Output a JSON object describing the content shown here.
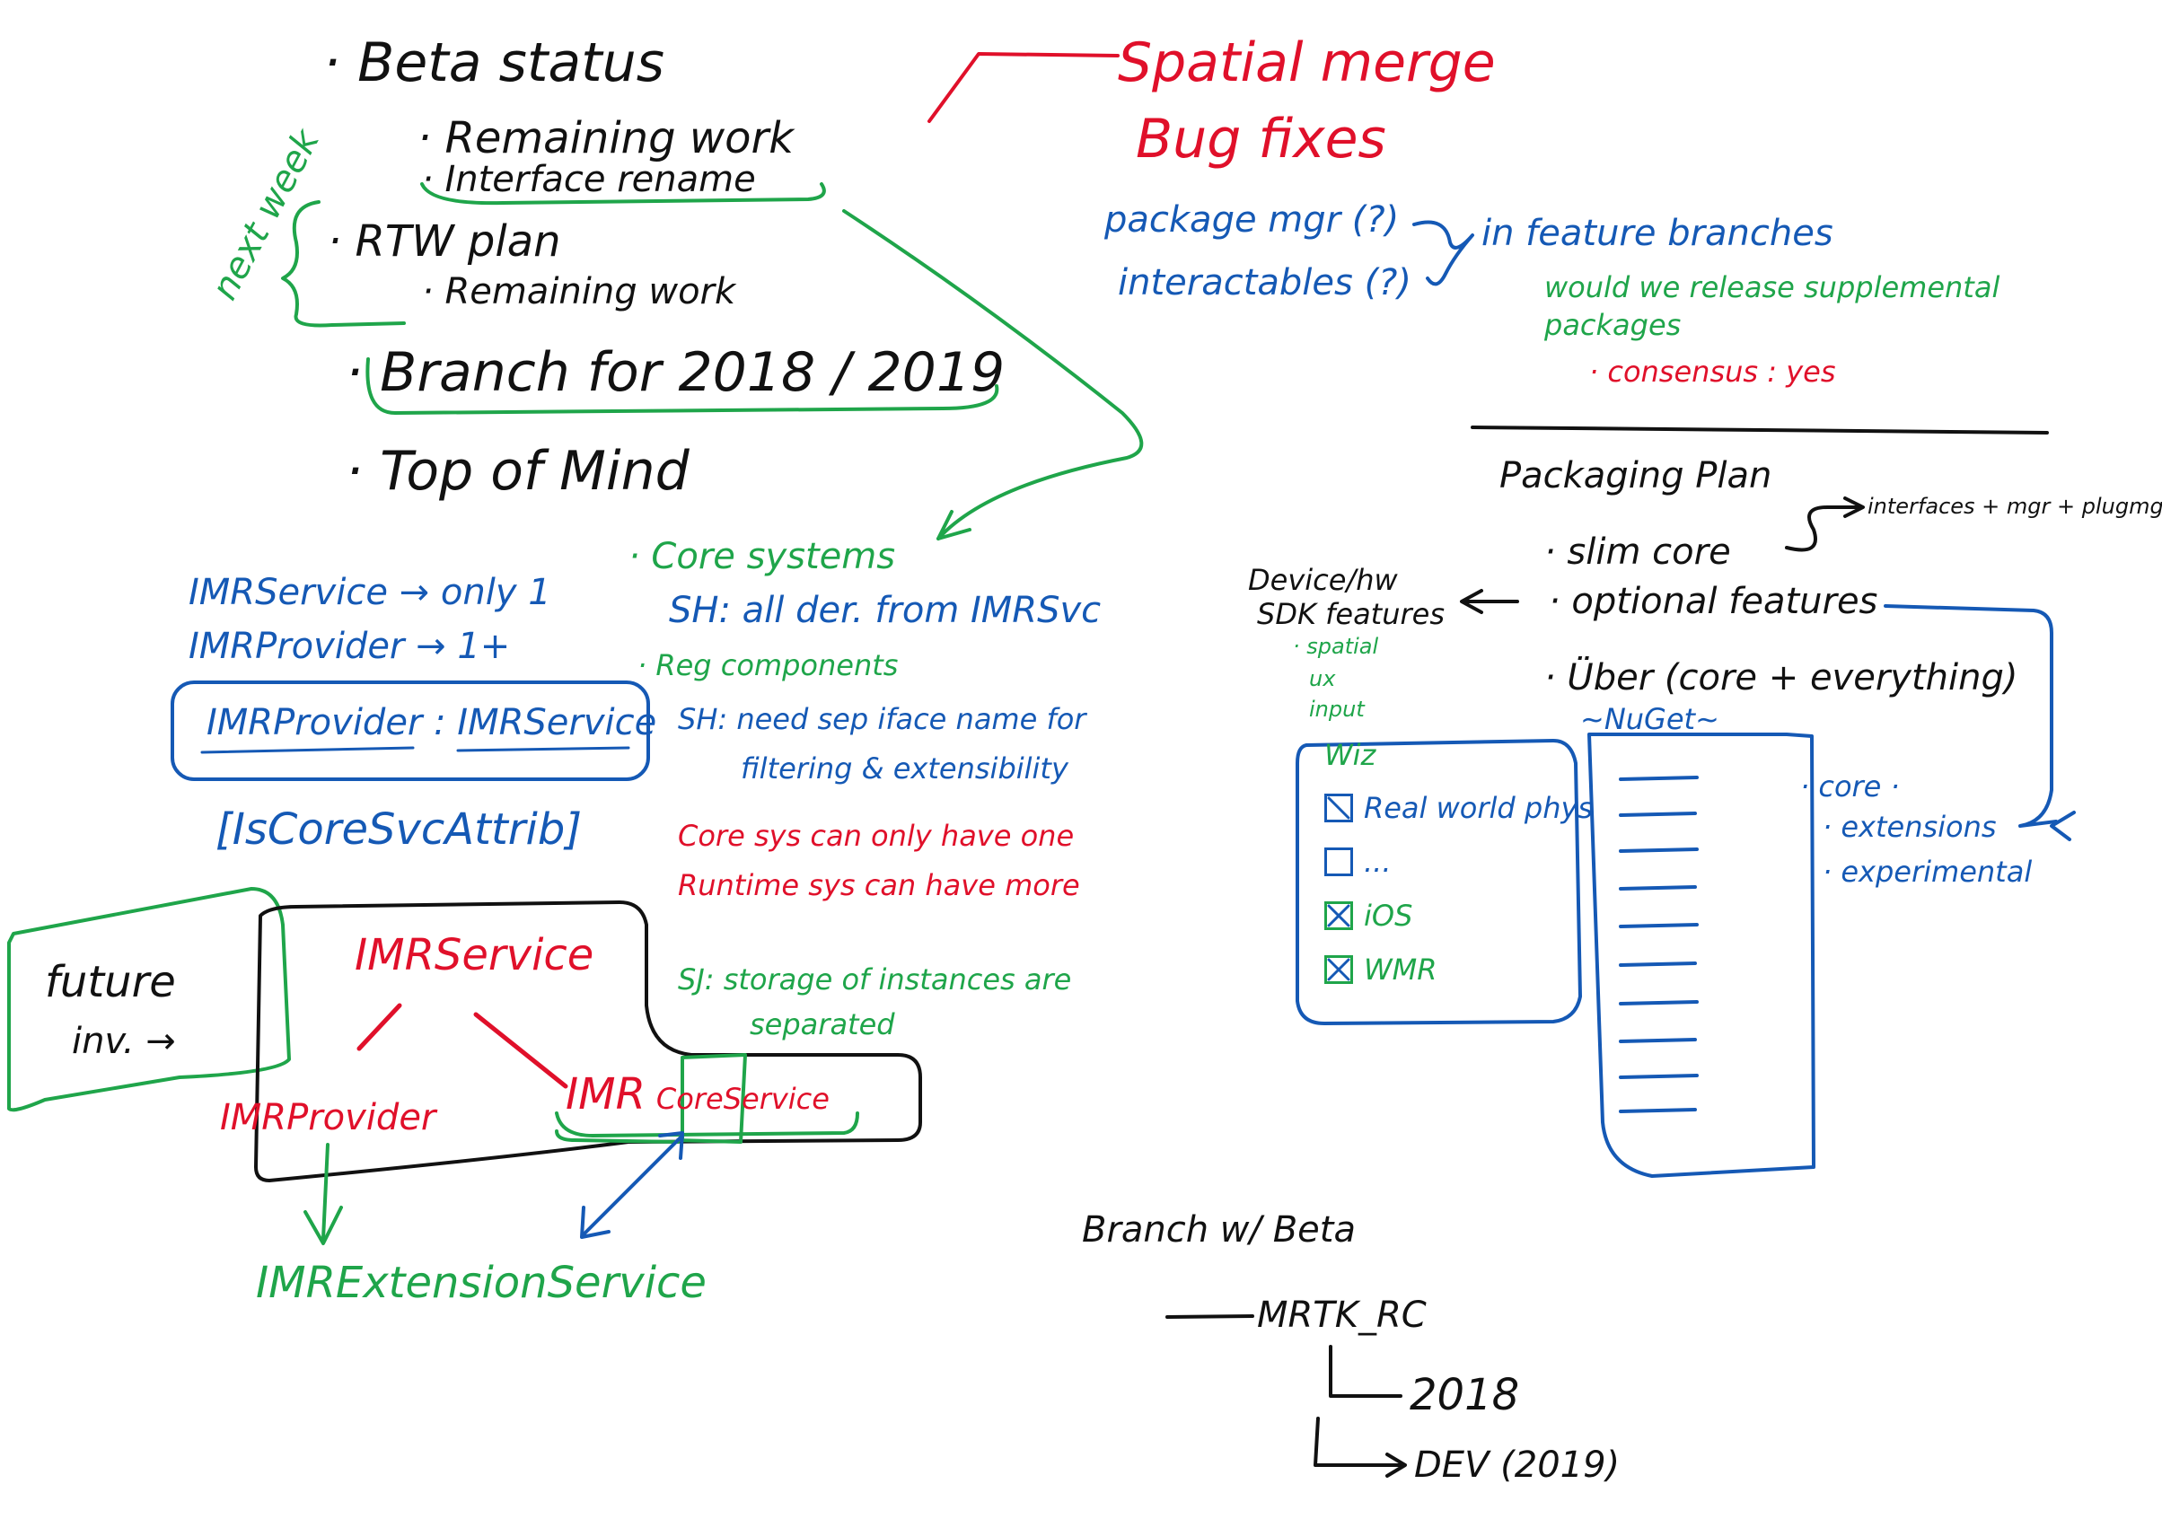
{
  "colors": {
    "black": "#111111",
    "red": "#e0102a",
    "green": "#1fa54a",
    "blue": "#1559b5"
  },
  "agenda": {
    "beta_status": "Beta status",
    "remaining_work_1": "Remaining work",
    "interface_rename": "Interface rename",
    "rtw_plan": "RTW plan",
    "remaining_work_2": "Remaining work",
    "branch_for": "Branch for 2018 / 2019",
    "top_of_mind": "Top of Mind",
    "next_week": "next week",
    "bullet": "·"
  },
  "beta_notes": {
    "spatial_merge": "Spatial merge",
    "bug_fixes": "Bug fixes",
    "package_mgr": "package mgr (?)",
    "interactables": "interactables (?)",
    "in_feature_branches": "in feature branches",
    "release_question": "would we release supplemental packages",
    "consensus": "· consensus : yes"
  },
  "services": {
    "imrservice_only": "IMRService → only 1",
    "imrprovider_many": "IMRProvider → 1+",
    "provider_service": "IMRProvider : IMRService",
    "attrib": "[IsCoreSvcAttrib]",
    "core_systems": "· Core systems",
    "sh_all_derive": "SH: all der. from IMRSvc",
    "reg_components": "· Reg components",
    "sh_need_sep_1": "SH: need sep iface name for",
    "sh_need_sep_2": "filtering & extensibility",
    "core_sys_one": "Core sys can only have one",
    "runtime_sys_more": "Runtime sys can have more",
    "sj_storage_1": "SJ: storage of instances are",
    "sj_storage_2": "separated"
  },
  "diagram": {
    "future_1": "future",
    "future_2": "inv. →",
    "imrservice": "IMRService",
    "imrprovider": "IMRProvider",
    "imr_prefix": "IMR",
    "core_service": "CoreService",
    "imrextensionservice": "IMRExtensionService"
  },
  "packaging": {
    "title": "Packaging Plan",
    "slim_core": "· slim core",
    "interfaces_note": "interfaces + mgr + plugmgr",
    "optional_features": "· optional features",
    "uber": "· Über (core + everything)",
    "device_hw": "Device/hw",
    "sdk_features": "SDK features",
    "feature_spatial": "· spatial",
    "feature_ux": "ux",
    "feature_input": "input",
    "wiz_title": "Wiz",
    "wiz_items": [
      "Real world phys",
      "...",
      "iOS",
      "WMR"
    ],
    "nuget_label": "~NuGet~",
    "tiers": [
      "· core ·",
      "· extensions",
      "· experimental"
    ]
  },
  "branching": {
    "title": "Branch w/ Beta",
    "root": "MRTK_RC",
    "child_2018": "2018",
    "child_dev": "DEV (2019)"
  }
}
